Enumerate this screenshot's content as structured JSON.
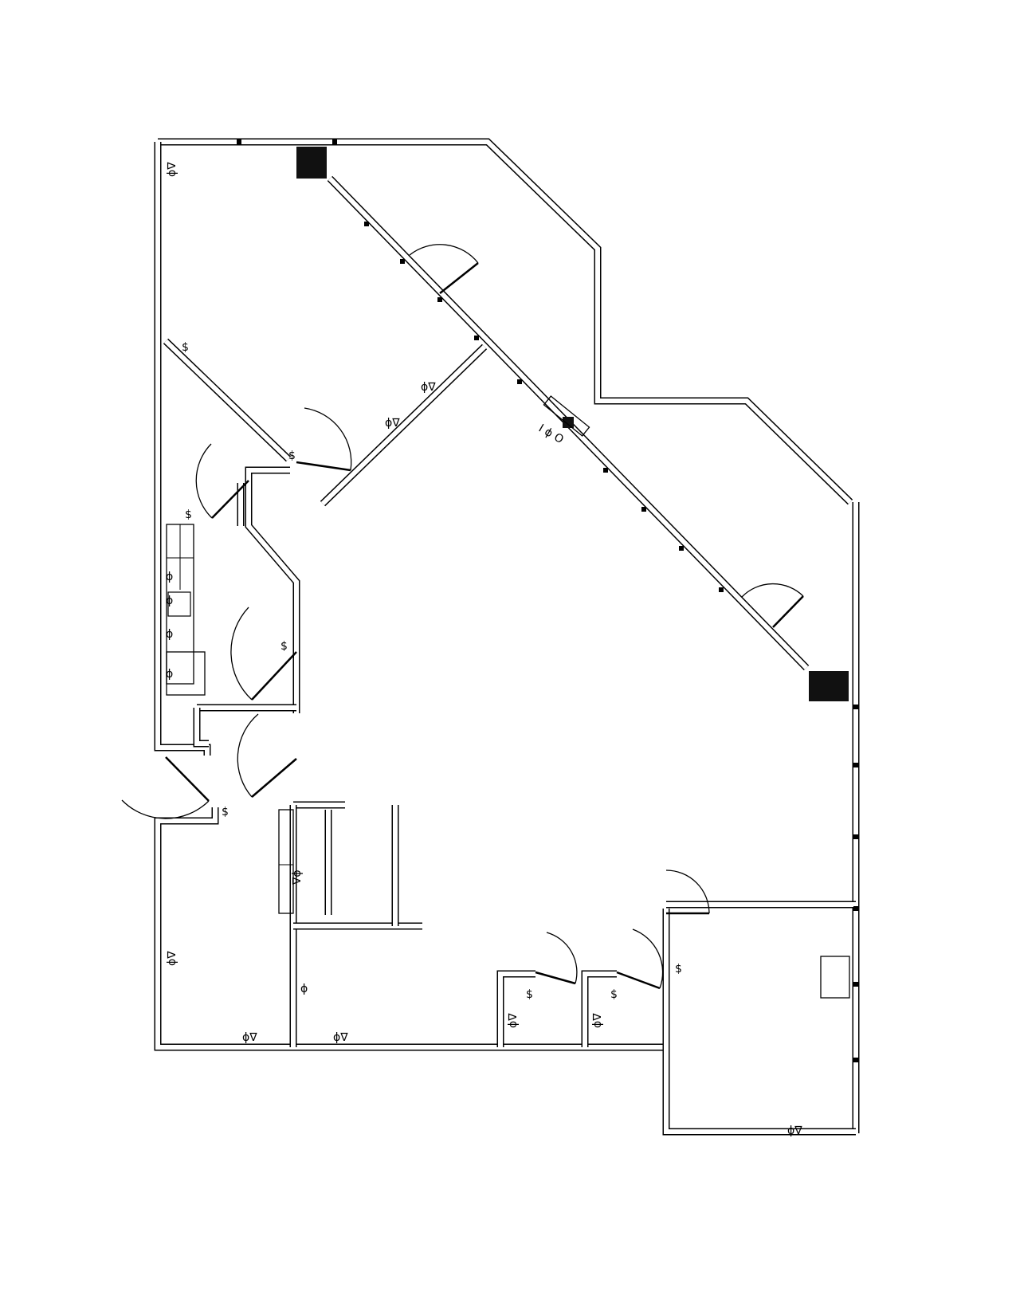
{
  "plan": {
    "wall_color": "#000000",
    "fill_color": "#ffffff",
    "chase_color": "#111111"
  },
  "symbols": {
    "switch": "$",
    "outlet": "ϕ",
    "phone": "∇",
    "outlet_phone": "ϕ∇",
    "phone_outlet": "∇ϕ",
    "panel": "I ϕ O"
  }
}
